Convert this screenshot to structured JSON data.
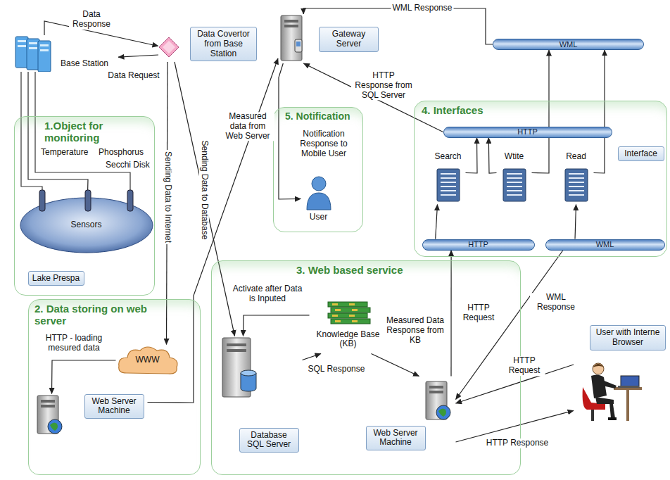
{
  "diagram": {
    "nodes": [
      {
        "text": [
          "1.Object for monitoring"
        ]
      },
      {
        "text": [
          "Sensors"
        ],
        "in": 0
      },
      {
        "text": [
          "Lake Prespa"
        ],
        "in": 0
      },
      {
        "text": [
          "Base Station"
        ]
      },
      {
        "text": [
          "Data Covertor from Base Station"
        ]
      },
      {
        "text": [
          "Gateway Server"
        ]
      },
      {
        "text": [
          "5. Notification"
        ]
      },
      {
        "text": [
          "User"
        ],
        "in": 6
      },
      {
        "text": [
          "4. Interfaces"
        ]
      },
      {
        "text": [
          "HTTP"
        ],
        "in": 8
      },
      {
        "text": [
          "Search"
        ],
        "in": 8
      },
      {
        "text": [
          "Wtite"
        ],
        "in": 8
      },
      {
        "text": [
          "Read"
        ],
        "in": 8
      },
      {
        "text": [
          "Interface"
        ],
        "in": 8
      },
      {
        "text": [
          "HTTP"
        ],
        "in": 8
      },
      {
        "text": [
          "WML"
        ],
        "in": 8
      },
      {
        "text": [
          "WML"
        ]
      },
      {
        "text": [
          "2. Data storing on web server"
        ]
      },
      {
        "text": [
          "WWW"
        ],
        "in": 17
      },
      {
        "text": [
          "Web Server Machine"
        ],
        "in": 17
      },
      {
        "text": [
          "3. Web based service"
        ]
      },
      {
        "text": [
          "Knowledge Base (KB)"
        ],
        "in": 20
      },
      {
        "text": [
          "Database SQL Server"
        ],
        "in": 20
      },
      {
        "text": [
          "Web Server Machine"
        ],
        "in": 20
      },
      {
        "text": [
          "User with Interne Browser"
        ]
      }
    ],
    "edges": [
      {
        "from": 3,
        "to": 4,
        "label": "Data Response",
        "arrow": "to"
      },
      {
        "from": 4,
        "to": 3,
        "label": "Data Request",
        "arrow": "to"
      },
      {
        "from": 1,
        "to": 3,
        "arrow": "none"
      },
      {
        "from": 4,
        "to": 18,
        "label": "Sending Data to Internet",
        "arrow": "to"
      },
      {
        "from": 4,
        "to": 22,
        "label": "Sending Data to Database",
        "arrow": "to"
      },
      {
        "from": 18,
        "to": 19,
        "label": "HTTP - loading mesured data",
        "arrow": "to"
      },
      {
        "from": 19,
        "to": 5,
        "label": "Measured data from Web Server",
        "arrow": "to"
      },
      {
        "from": 5,
        "to": 7,
        "label": "Notification Response to Mobile User",
        "arrow": "to"
      },
      {
        "from": 9,
        "to": 5,
        "label": "HTTP Response from SQL Server",
        "arrow": "to"
      },
      {
        "from": 16,
        "to": 5,
        "label": "WML Response",
        "arrow": "to"
      },
      {
        "from": 21,
        "to": 22,
        "label": "Activate after Data is Inputed",
        "arrow": "to"
      },
      {
        "from": 22,
        "to": 21,
        "label": "SQL Response",
        "arrow": "to"
      },
      {
        "from": 21,
        "to": 23,
        "label": "Measured Data Response from KB",
        "arrow": "to"
      },
      {
        "from": 23,
        "to": 14,
        "label": "HTTP Request",
        "arrow": "to"
      },
      {
        "from": 15,
        "to": 23,
        "label": "WML Response",
        "arrow": "to"
      },
      {
        "from": 24,
        "to": 23,
        "label": "HTTP Request",
        "arrow": "to"
      },
      {
        "from": 23,
        "to": 24,
        "label": "HTTP Response",
        "arrow": "to"
      },
      {
        "from": 14,
        "to": 10,
        "arrow": "to"
      },
      {
        "from": 10,
        "to": 9,
        "arrow": "to"
      },
      {
        "from": 11,
        "to": 9,
        "arrow": "to"
      },
      {
        "from": 11,
        "to": 16,
        "arrow": "to"
      },
      {
        "from": 15,
        "to": 12,
        "arrow": "to"
      },
      {
        "from": 12,
        "to": 16,
        "arrow": "to"
      }
    ],
    "labels": [
      "Temperature",
      "Phosphorus",
      "Secchi Disk"
    ]
  }
}
